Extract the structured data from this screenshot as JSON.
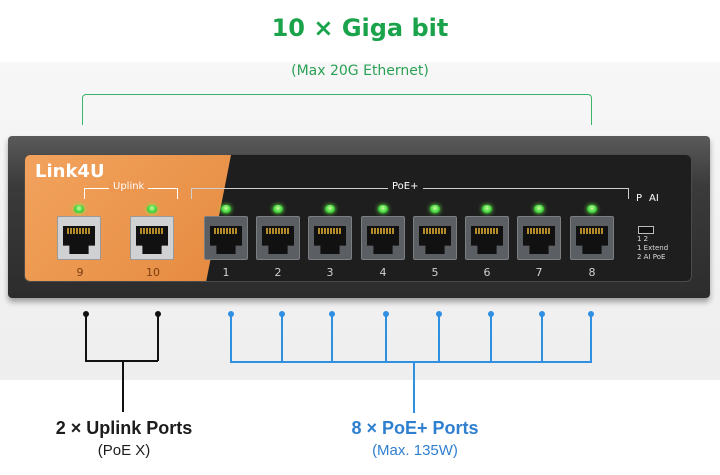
{
  "header": {
    "title": "10 × Giga bit",
    "subtitle": "(Max 20G Ethernet)"
  },
  "switch": {
    "brand": "Link4U",
    "uplink_group_label": "Uplink",
    "poe_group_label": "PoE+",
    "uplink_ports": [
      "9",
      "10"
    ],
    "poe_ports": [
      "1",
      "2",
      "3",
      "4",
      "5",
      "6",
      "7",
      "8"
    ],
    "indicator_p": "P",
    "indicator_ai": "AI",
    "dip_labels": [
      "1 2",
      "1 Extend",
      "2 AI PoE"
    ]
  },
  "callouts": {
    "uplink_title": "2 × Uplink Ports",
    "uplink_note": "(PoE X)",
    "poe_title": "8 × PoE+ Ports",
    "poe_note": "(Max. 135W)"
  },
  "colors": {
    "header_green": "#1aa34a",
    "poe_blue": "#2f7fd0",
    "uplink_black": "#1c1c1c",
    "brand_orange": "#e58a3f",
    "led_green": "#3fd23a"
  }
}
